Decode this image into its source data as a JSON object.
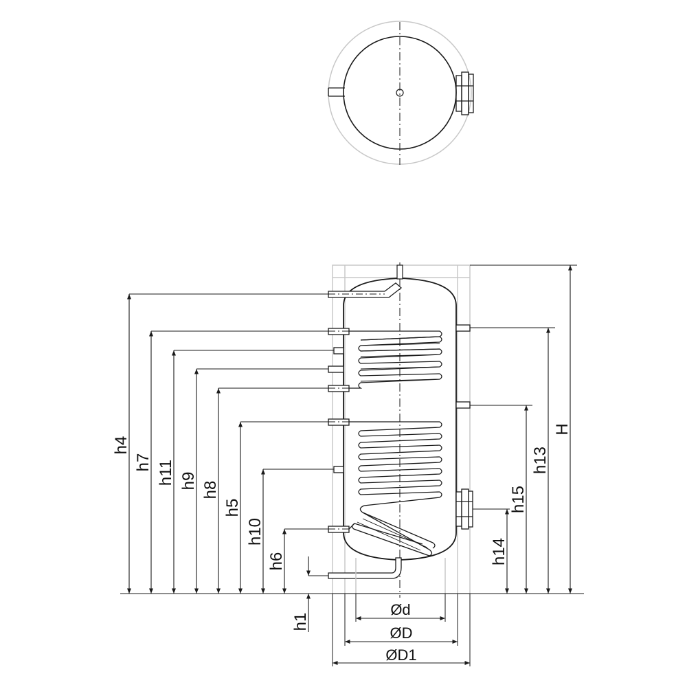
{
  "colors": {
    "line": "#1a1a1a",
    "insulation": "#c8c8c8",
    "background": "#ffffff"
  },
  "dimensions": {
    "h1": "h1",
    "h4": "h4",
    "h5": "h5",
    "h6": "h6",
    "h7": "h7",
    "h8": "h8",
    "h9": "h9",
    "h10": "h10",
    "h11": "h11",
    "h13": "h13",
    "h14": "h14",
    "h15": "h15",
    "H": "H",
    "d_inner": "Ød",
    "D": "ØD",
    "D1": "ØD1"
  }
}
